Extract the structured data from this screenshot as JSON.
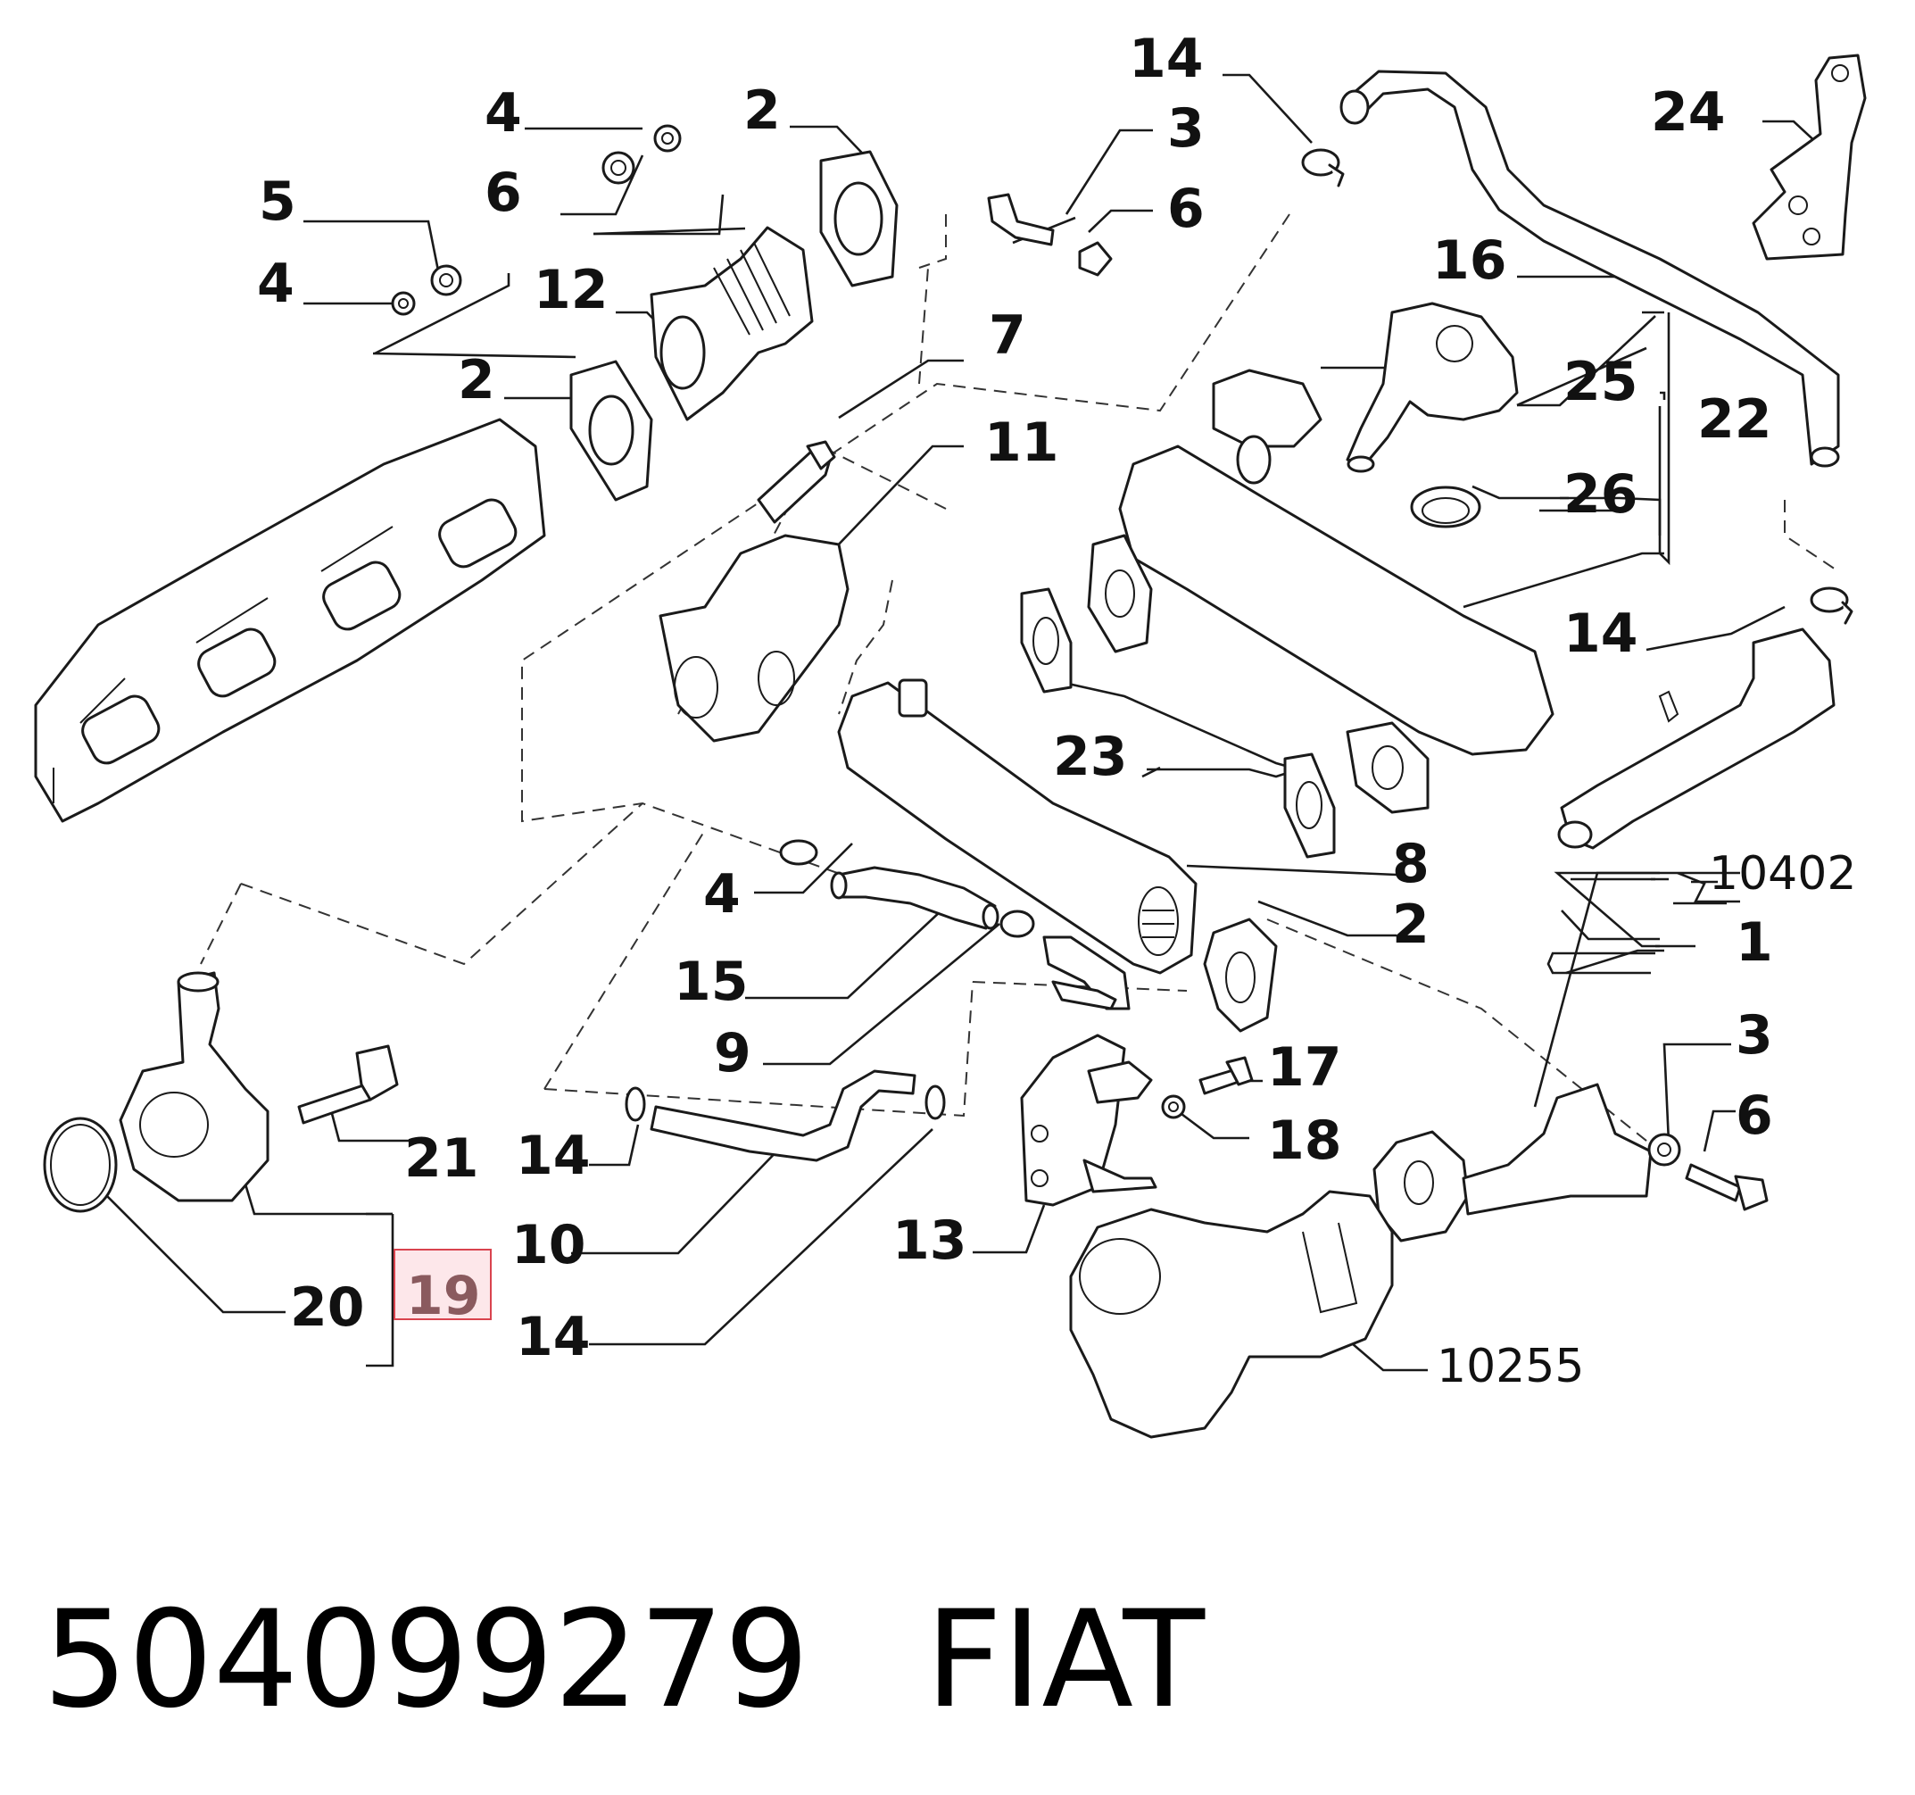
{
  "labels": {
    "l1": "1",
    "l2a": "2",
    "l2b": "2",
    "l2c": "2",
    "l3a": "3",
    "l3b": "3",
    "l4a": "4",
    "l4b": "4",
    "l4c": "4",
    "l5": "5",
    "l6a": "6",
    "l6b": "6",
    "l6c": "6",
    "l7": "7",
    "l8": "8",
    "l9": "9",
    "l10": "10",
    "l11": "11",
    "l12": "12",
    "l13": "13",
    "l14a": "14",
    "l14b": "14",
    "l14c": "14",
    "l14d": "14",
    "l15": "15",
    "l16": "16",
    "l17": "17",
    "l18": "18",
    "l19": "19",
    "l20": "20",
    "l21": "21",
    "l22": "22",
    "l23": "23",
    "l24": "24",
    "l25": "25",
    "l26": "26",
    "r10402": "10402",
    "r10255": "10255"
  },
  "highlighted_part": "19",
  "footer": {
    "part_number": "504099279",
    "brand": "FIAT"
  },
  "colors": {
    "highlight_fill": "#fde7ea",
    "highlight_stroke": "#d9434e",
    "highlight_text": "#8a5a5e"
  }
}
